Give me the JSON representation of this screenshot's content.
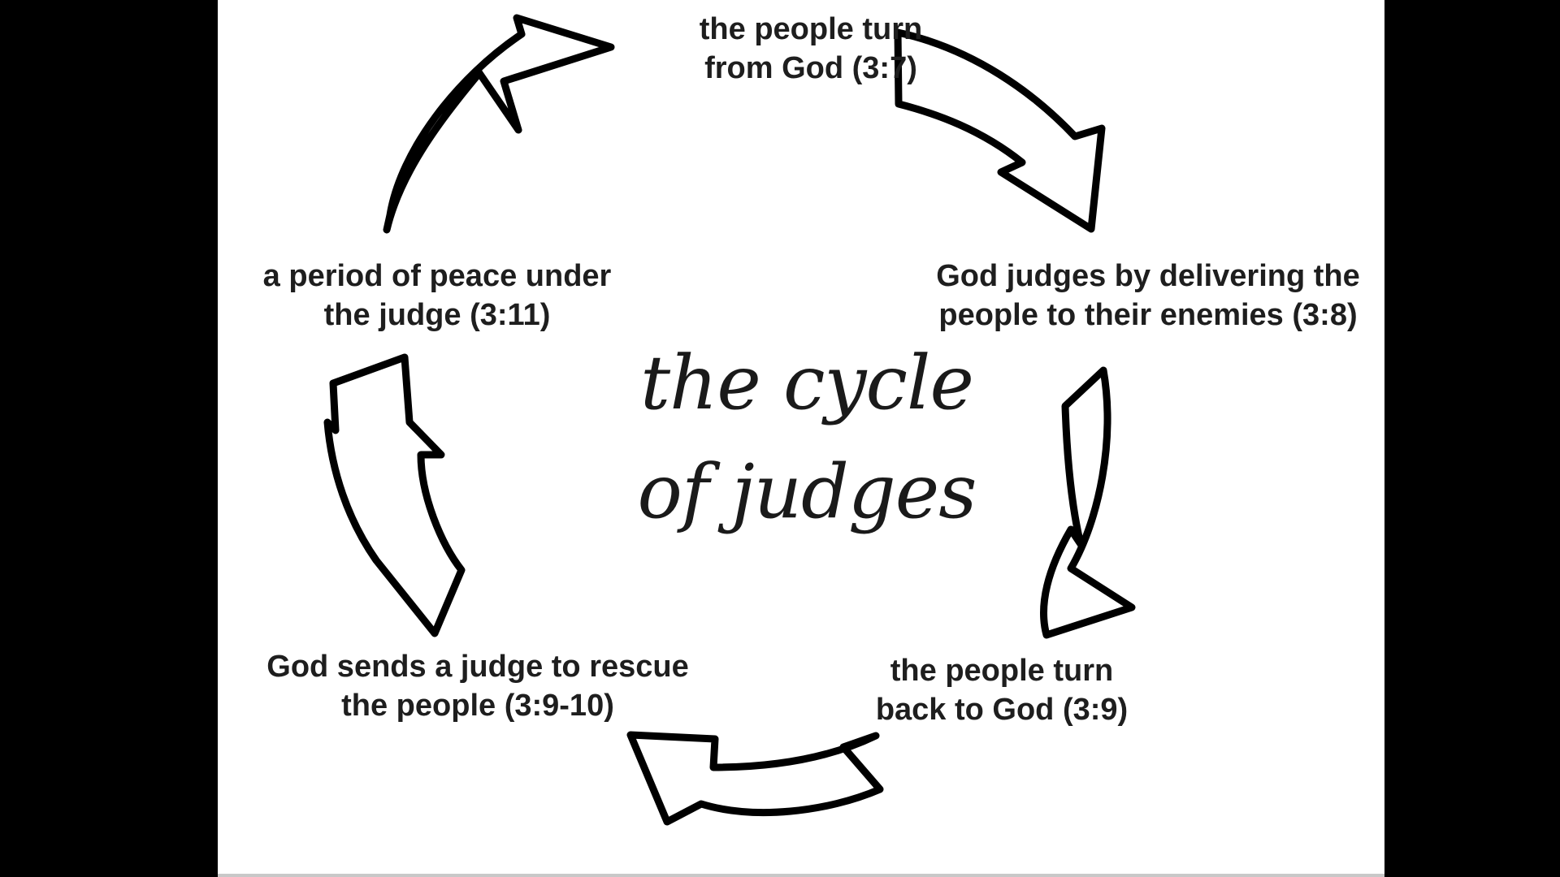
{
  "title": {
    "line1": "the cycle",
    "line2": "of judges"
  },
  "steps": [
    {
      "line1": "the people turn",
      "line2": "from God (3:7)"
    },
    {
      "line1": "God judges by delivering the",
      "line2": "people to their enemies (3:8)"
    },
    {
      "line1": "the people turn",
      "line2": "back to God (3:9)"
    },
    {
      "line1": "God sends a judge to rescue",
      "line2": "the people (3:9-10)"
    },
    {
      "line1": "a period of peace under",
      "line2": "the judge (3:11)"
    }
  ],
  "colors": {
    "background": "#000000",
    "slide": "#ffffff",
    "ink": "#000000",
    "text": "#1e1e1e"
  }
}
